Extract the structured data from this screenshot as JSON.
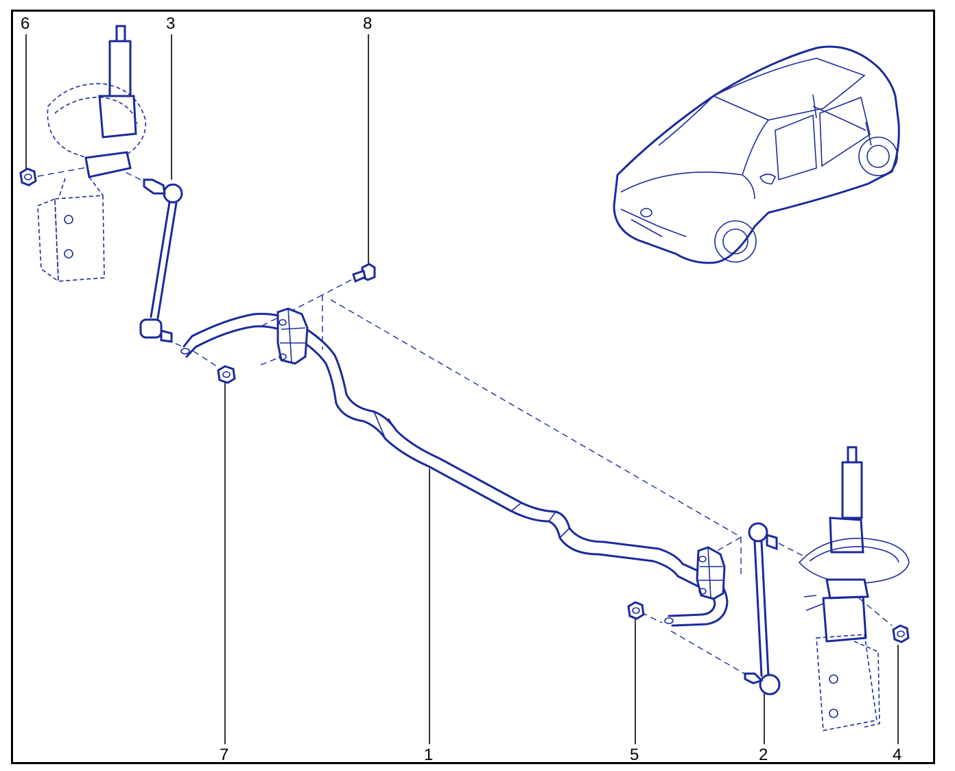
{
  "callouts": [
    {
      "id": "6",
      "text": "6"
    },
    {
      "id": "3",
      "text": "3"
    },
    {
      "id": "8",
      "text": "8"
    },
    {
      "id": "7",
      "text": "7"
    },
    {
      "id": "1",
      "text": "1"
    },
    {
      "id": "5",
      "text": "5"
    },
    {
      "id": "2",
      "text": "2"
    },
    {
      "id": "4",
      "text": "4"
    }
  ],
  "colors": {
    "line_art": "#1a2a9c",
    "frame": "#000000",
    "background": "#ffffff"
  },
  "icons": [
    "vehicle-silhouette",
    "strut-assembly",
    "stabilizer-bar",
    "link-rod",
    "nut",
    "bolt",
    "bushing-clamp"
  ]
}
